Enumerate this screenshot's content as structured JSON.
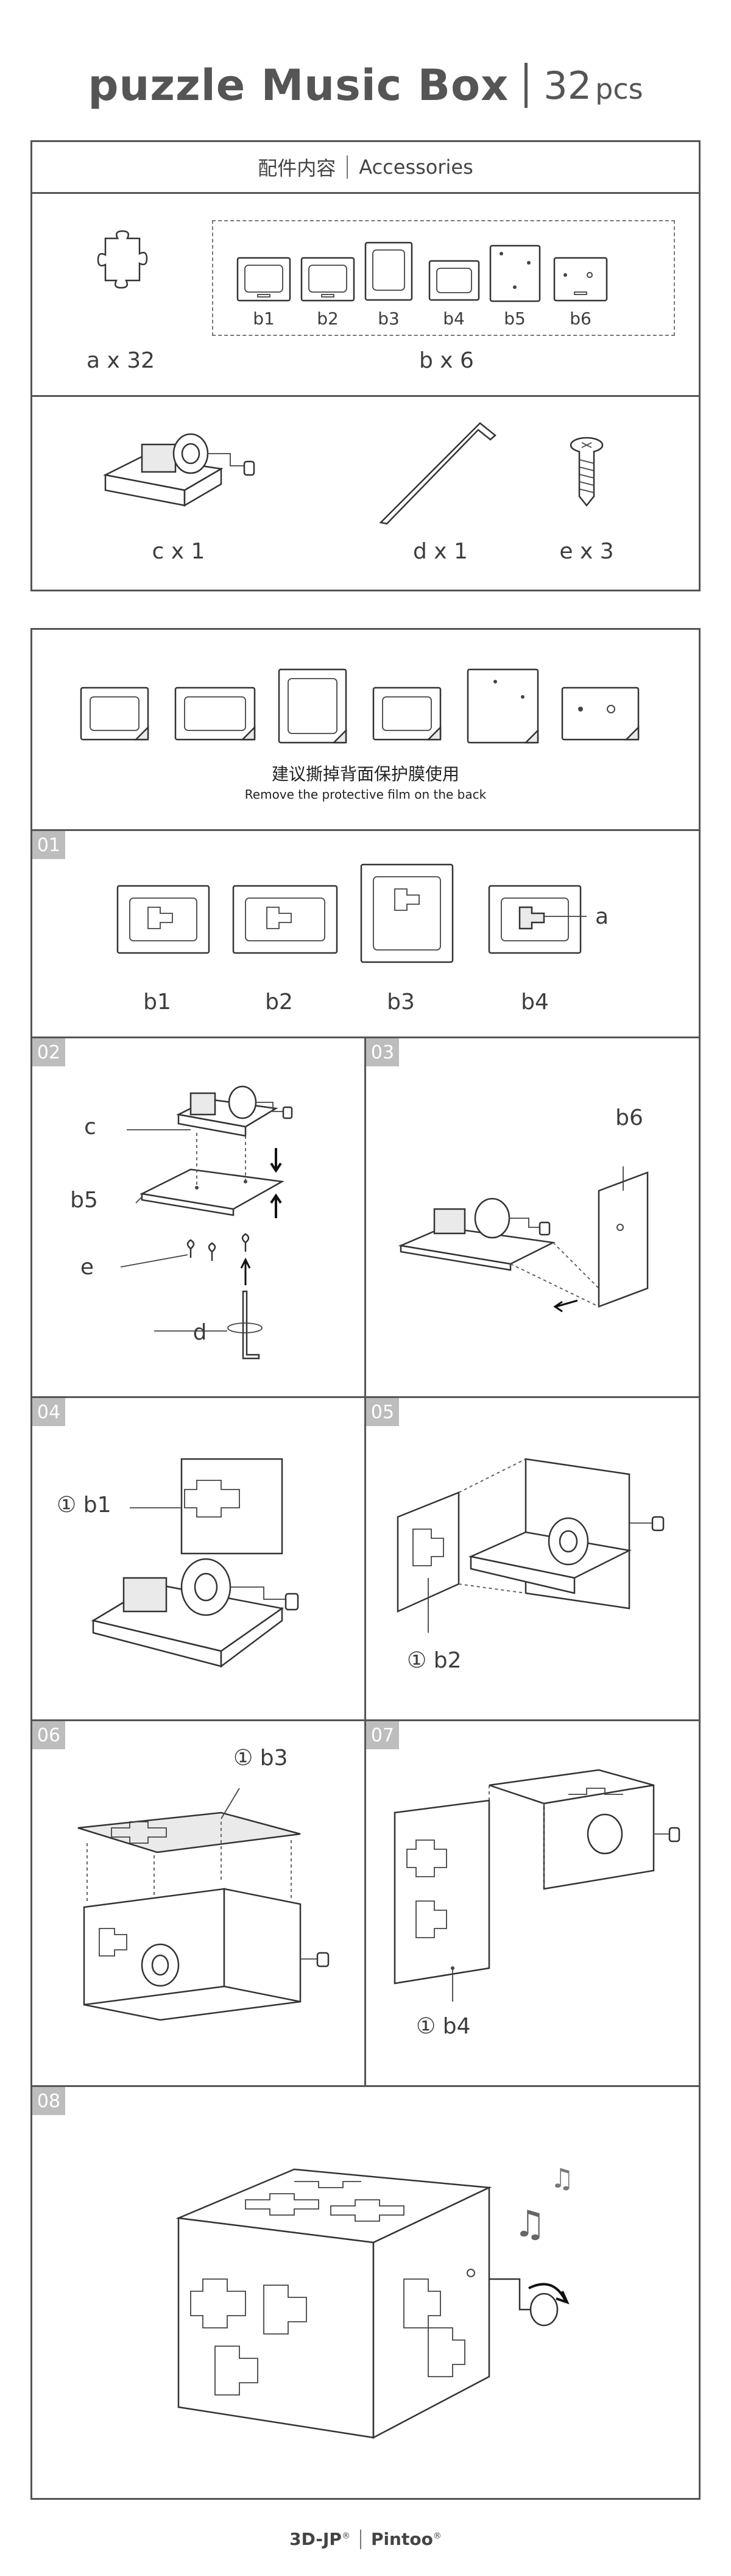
{
  "header": {
    "brand": "puzzle Music Box",
    "count": "32",
    "count_unit": "pcs"
  },
  "accessories": {
    "title_cn": "配件内容",
    "title_en": "Accessories",
    "items": [
      {
        "label": "a x 32"
      },
      {
        "label": "b x 6"
      },
      {
        "label": "c x 1"
      },
      {
        "label": "d x 1"
      },
      {
        "label": "e x 3"
      }
    ],
    "boards": [
      "b1",
      "b2",
      "b3",
      "b4",
      "b5",
      "b6"
    ]
  },
  "instructions": {
    "peel_cn": "建议撕掉背面保护膜使用",
    "peel_en": "Remove the protective film on the back",
    "steps": [
      {
        "num": "01",
        "labels": [
          "b1",
          "b2",
          "b3",
          "b4",
          "a"
        ]
      },
      {
        "num": "02",
        "labels": [
          "c",
          "b5",
          "e",
          "d"
        ]
      },
      {
        "num": "03",
        "labels": [
          "b6"
        ]
      },
      {
        "num": "04",
        "labels": [
          "① b1"
        ]
      },
      {
        "num": "05",
        "labels": [
          "① b2"
        ]
      },
      {
        "num": "06",
        "labels": [
          "① b3"
        ]
      },
      {
        "num": "07",
        "labels": [
          "① b4"
        ]
      },
      {
        "num": "08",
        "labels": []
      }
    ]
  },
  "footer": {
    "brand1": "3D-JP",
    "brand2": "Pintoo",
    "reg": "®"
  }
}
